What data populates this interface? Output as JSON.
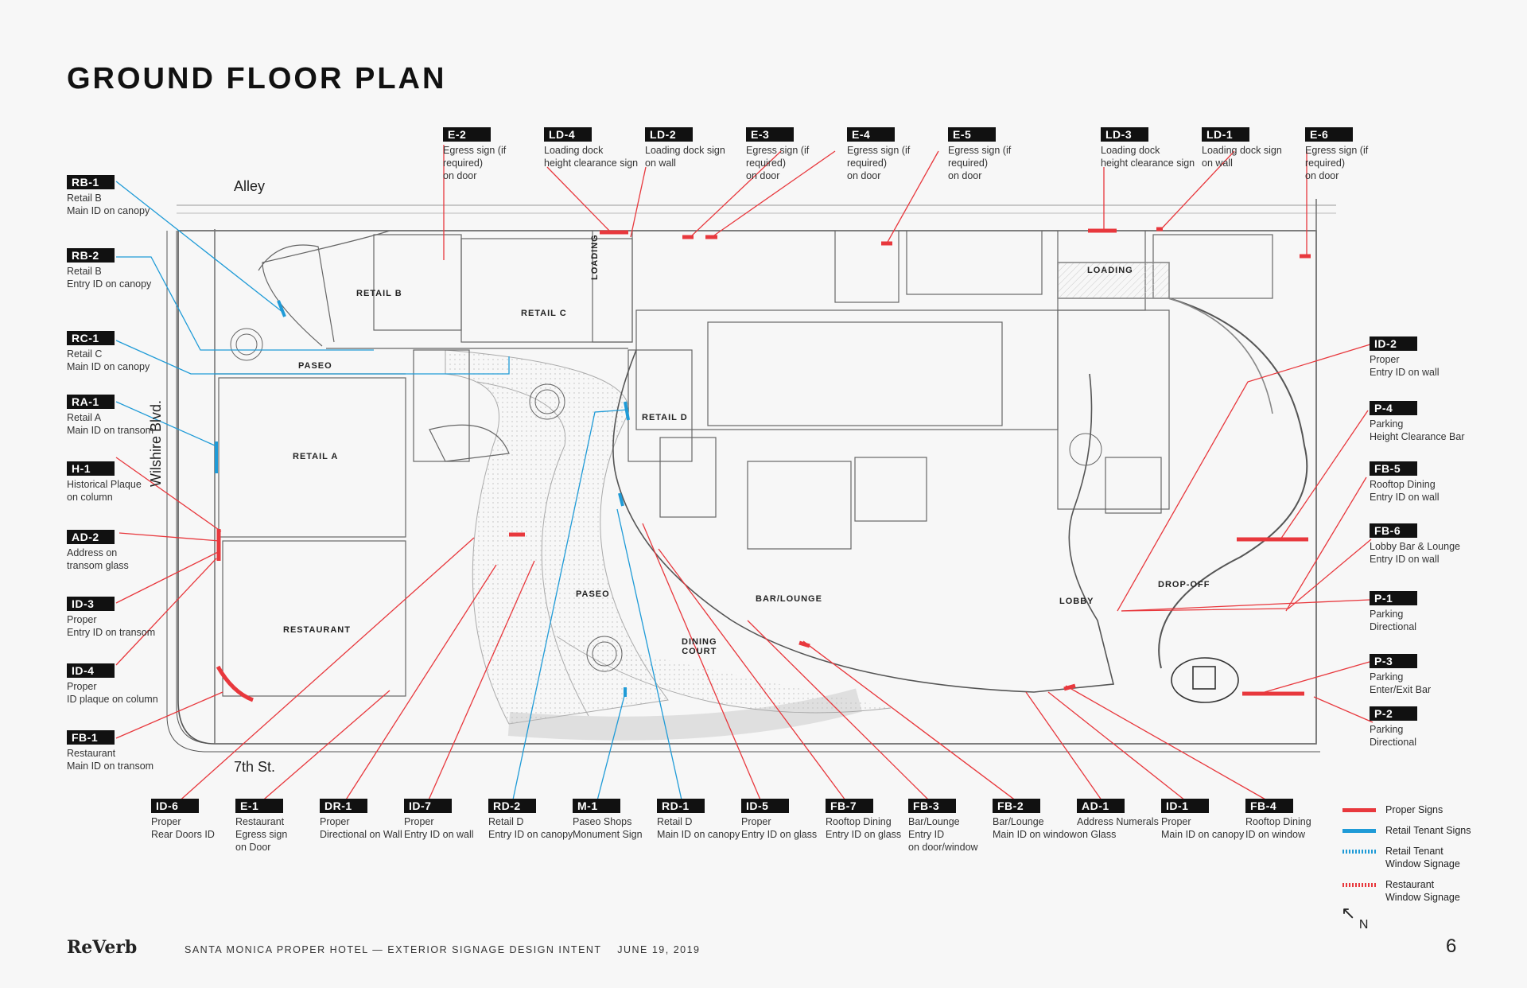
{
  "title": "GROUND FLOOR PLAN",
  "streets": {
    "alley": "Alley",
    "wilshire": "Wilshire Blvd.",
    "seventh": "7th St."
  },
  "rooms": {
    "retail_b": "RETAIL B",
    "retail_c": "RETAIL C",
    "loading_v": "LOADING",
    "loading": "LOADING",
    "paseo_top": "PASEO",
    "retail_a": "RETAIL A",
    "retail_d": "RETAIL D",
    "restaurant": "RESTAURANT",
    "paseo": "PASEO",
    "dining_court": "DINING\nCOURT",
    "bar_lounge": "BAR/LOUNGE",
    "lobby": "LOBBY",
    "drop_off": "DROP-OFF"
  },
  "callouts": {
    "top": [
      {
        "id": "E-2",
        "desc": "Egress sign (if required)\non door"
      },
      {
        "id": "LD-4",
        "desc": "Loading dock\nheight clearance sign"
      },
      {
        "id": "LD-2",
        "desc": "Loading dock sign\non wall"
      },
      {
        "id": "E-3",
        "desc": "Egress sign (if required)\non door"
      },
      {
        "id": "E-4",
        "desc": "Egress sign (if required)\non door"
      },
      {
        "id": "E-5",
        "desc": "Egress sign (if required)\non door"
      },
      {
        "id": "LD-3",
        "desc": "Loading dock\nheight clearance sign"
      },
      {
        "id": "LD-1",
        "desc": "Loading dock sign\non wall"
      },
      {
        "id": "E-6",
        "desc": "Egress sign (if required)\non door"
      }
    ],
    "left": [
      {
        "id": "RB-1",
        "desc": "Retail B\nMain ID on canopy"
      },
      {
        "id": "RB-2",
        "desc": "Retail B\nEntry ID on canopy"
      },
      {
        "id": "RC-1",
        "desc": "Retail C\nMain ID on canopy"
      },
      {
        "id": "RA-1",
        "desc": "Retail A\nMain ID on transom"
      },
      {
        "id": "H-1",
        "desc": "Historical Plaque\non column"
      },
      {
        "id": "AD-2",
        "desc": "Address on\ntransom glass"
      },
      {
        "id": "ID-3",
        "desc": "Proper\nEntry ID on transom"
      },
      {
        "id": "ID-4",
        "desc": "Proper\nID plaque on column"
      },
      {
        "id": "FB-1",
        "desc": "Restaurant\nMain ID on transom"
      }
    ],
    "right": [
      {
        "id": "ID-2",
        "desc": "Proper\nEntry ID on wall"
      },
      {
        "id": "P-4",
        "desc": "Parking\nHeight Clearance Bar"
      },
      {
        "id": "FB-5",
        "desc": "Rooftop Dining\nEntry ID on wall"
      },
      {
        "id": "FB-6",
        "desc": "Lobby Bar & Lounge\nEntry ID on wall"
      },
      {
        "id": "P-1",
        "desc": "Parking\nDirectional"
      },
      {
        "id": "P-3",
        "desc": "Parking\nEnter/Exit Bar"
      },
      {
        "id": "P-2",
        "desc": "Parking\nDirectional"
      }
    ],
    "bottom": [
      {
        "id": "ID-6",
        "desc": "Proper\nRear Doors ID"
      },
      {
        "id": "E-1",
        "desc": "Restaurant\nEgress sign\non Door"
      },
      {
        "id": "DR-1",
        "desc": "Proper\nDirectional on Wall"
      },
      {
        "id": "ID-7",
        "desc": "Proper\nEntry ID on wall"
      },
      {
        "id": "RD-2",
        "desc": "Retail D\nEntry ID on canopy"
      },
      {
        "id": "M-1",
        "desc": "Paseo Shops\nMonument Sign"
      },
      {
        "id": "RD-1",
        "desc": "Retail D\nMain ID on canopy"
      },
      {
        "id": "ID-5",
        "desc": "Proper\nEntry ID on glass"
      },
      {
        "id": "FB-7",
        "desc": "Rooftop Dining\nEntry ID on glass"
      },
      {
        "id": "FB-3",
        "desc": "Bar/Lounge\nEntry ID\non door/window"
      },
      {
        "id": "FB-2",
        "desc": "Bar/Lounge\nMain ID on window"
      },
      {
        "id": "AD-1",
        "desc": "Address Numerals\non Glass"
      },
      {
        "id": "ID-1",
        "desc": "Proper\nMain ID on canopy"
      },
      {
        "id": "FB-4",
        "desc": "Rooftop Dining\nID on window"
      }
    ]
  },
  "legend": [
    {
      "label": "Proper Signs",
      "color": "#e8383d",
      "style": "solid"
    },
    {
      "label": "Retail Tenant Signs",
      "color": "#1f9bd7",
      "style": "solid"
    },
    {
      "label": "Retail Tenant\nWindow Signage",
      "color": "#1f9bd7",
      "style": "hatched"
    },
    {
      "label": "Restaurant\nWindow Signage",
      "color": "#e8383d",
      "style": "hatched"
    }
  ],
  "colors": {
    "proper": "#e8383d",
    "retail": "#1f9bd7",
    "plan": "#555555"
  },
  "north_label": "N",
  "footer": {
    "logo": "ReVerb",
    "project": "SANTA MONICA PROPER HOTEL — EXTERIOR SIGNAGE DESIGN INTENT    JUNE 19, 2019",
    "page": "6"
  }
}
